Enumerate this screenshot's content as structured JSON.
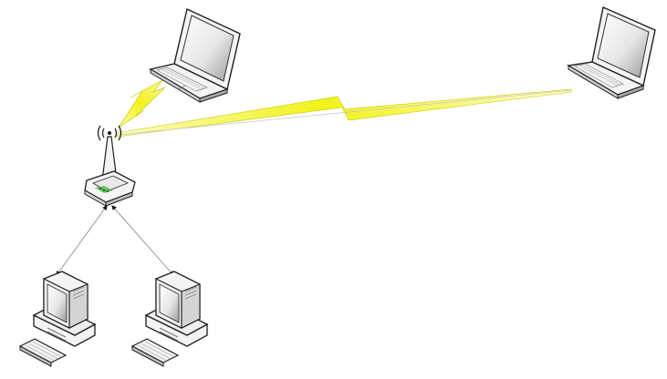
{
  "diagram": {
    "type": "network-topology",
    "nodes": [
      {
        "id": "laptop-near",
        "kind": "laptop",
        "icon": "laptop-icon"
      },
      {
        "id": "laptop-far",
        "kind": "laptop",
        "icon": "laptop-icon"
      },
      {
        "id": "wireless-router",
        "kind": "wireless-access-point",
        "icon": "wireless-router-icon"
      },
      {
        "id": "desktop-left",
        "kind": "desktop-computer",
        "icon": "desktop-computer-icon"
      },
      {
        "id": "desktop-right",
        "kind": "desktop-computer",
        "icon": "desktop-computer-icon"
      }
    ],
    "links": [
      {
        "from": "wireless-router",
        "to": "laptop-near",
        "kind": "wireless"
      },
      {
        "from": "wireless-router",
        "to": "laptop-far",
        "kind": "wireless"
      },
      {
        "from": "wireless-router",
        "to": "desktop-left",
        "kind": "wired"
      },
      {
        "from": "wireless-router",
        "to": "desktop-right",
        "kind": "wired"
      }
    ],
    "colors": {
      "wireless_bolt": "#f2f21a",
      "wireless_bolt_stroke": "#b9b900",
      "wired_line": "#8c8c8c",
      "device_body": "#f4f4f4",
      "device_outline": "#1f1f1f",
      "screen_light": "#eaeaea",
      "screen_dark": "#8a8a8a",
      "router_led": "#3cb43c"
    }
  }
}
